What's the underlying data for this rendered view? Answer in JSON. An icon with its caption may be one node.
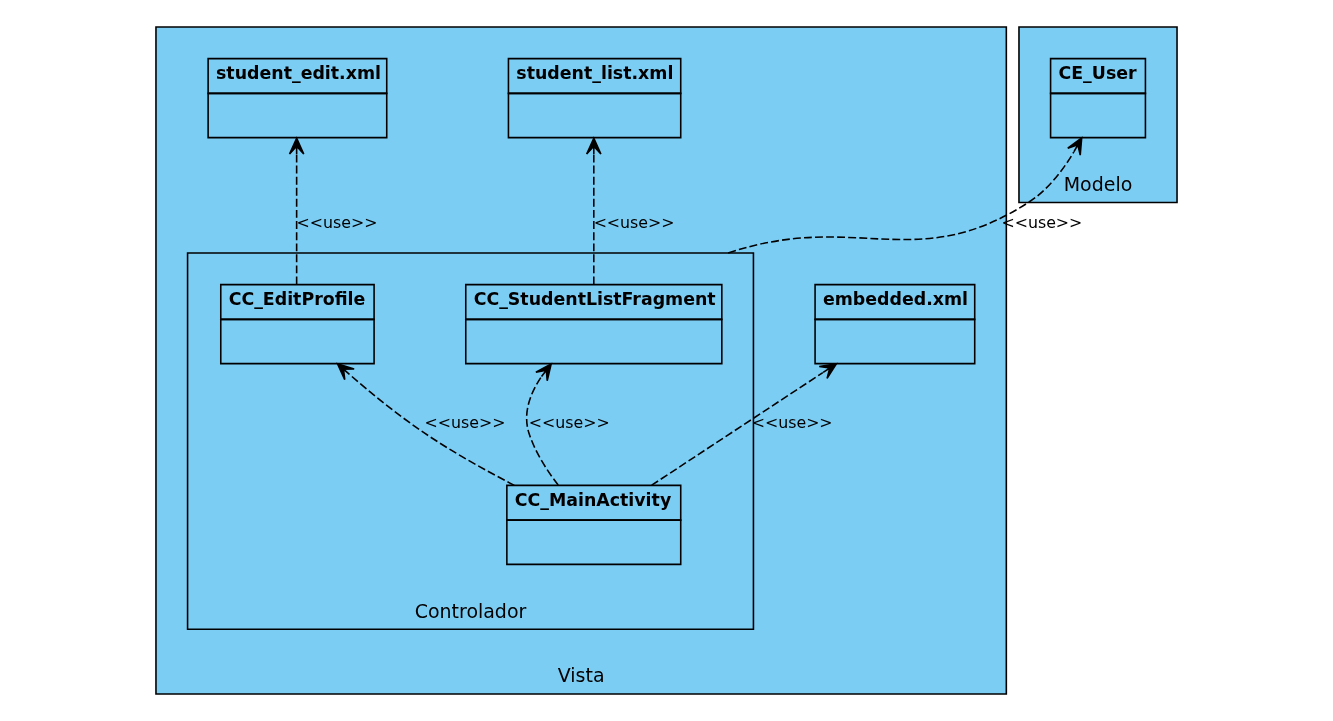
{
  "diagram": {
    "nodes": [
      {
        "text": [
          "Vista"
        ]
      },
      {
        "text": [
          "embedded.xml"
        ],
        "in": 0
      },
      {
        "text": [
          "student_list.xml"
        ],
        "in": 0
      },
      {
        "text": [
          "student_edit.xml"
        ],
        "in": 0
      },
      {
        "text": [
          "Controlador"
        ],
        "in": 0
      },
      {
        "text": [
          "CC_StudentListFragment"
        ],
        "in": 4
      },
      {
        "text": [
          "CC_EditProfile"
        ],
        "in": 4
      },
      {
        "text": [
          "CC_MainActivity"
        ],
        "in": 4
      },
      {
        "text": [
          "Modelo"
        ]
      },
      {
        "text": [
          "CE_User"
        ],
        "in": 8
      }
    ],
    "edges": [
      {
        "from": 7,
        "to": 1,
        "arrow": "to",
        "label": "<<use>>",
        "style": "dashed"
      },
      {
        "from": 5,
        "to": 2,
        "arrow": "to",
        "label": "<<use>>",
        "style": "dashed"
      },
      {
        "from": 6,
        "to": 3,
        "arrow": "to",
        "label": "<<use>>",
        "style": "dashed"
      },
      {
        "from": 7,
        "to": 5,
        "arrow": "to",
        "label": "<<use>>",
        "style": "dashed"
      },
      {
        "from": 7,
        "to": 6,
        "arrow": "to",
        "label": "<<use>>",
        "style": "dashed"
      },
      {
        "from": 4,
        "to": 9,
        "arrow": "to",
        "label": "<<use>>",
        "style": "dashed"
      }
    ]
  }
}
